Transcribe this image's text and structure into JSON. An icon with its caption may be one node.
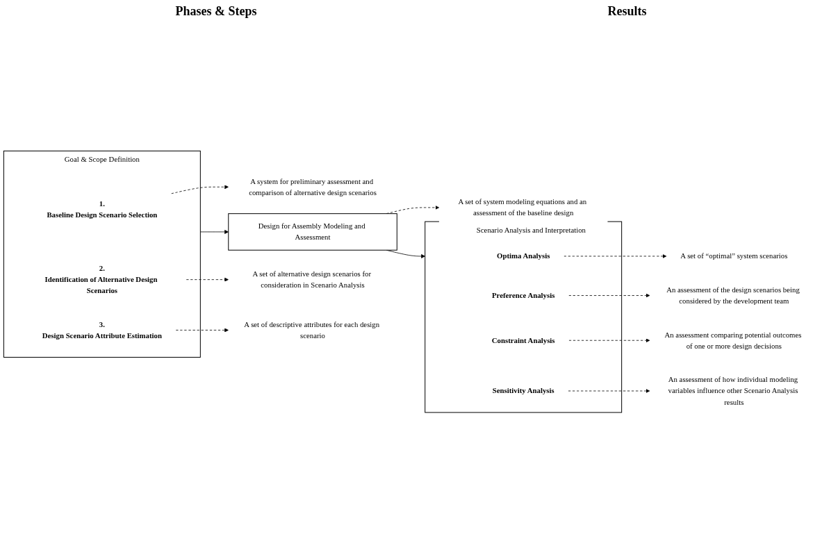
{
  "diagram": {
    "nodes": [
      {
        "text": [
          "Goal & Scope Definition"
        ]
      },
      {
        "text": [
          "1.",
          "Baseline Design Scenario Selection"
        ],
        "in": 0
      },
      {
        "text": [
          "2.",
          "Identification of Alternative Design Scenarios"
        ],
        "in": 0
      },
      {
        "text": [
          "3.",
          "Design Scenario Attribute Estimation"
        ],
        "in": 0
      },
      {
        "text": [
          "Design for Assembly Modeling and Assessment"
        ]
      },
      {
        "text": [
          "Scenario Analysis and Interpretation"
        ]
      },
      {
        "text": [
          "Optima Analysis"
        ],
        "in": 5
      },
      {
        "text": [
          "Preference Analysis"
        ],
        "in": 5
      },
      {
        "text": [
          "Constraint Analysis"
        ],
        "in": 5
      },
      {
        "text": [
          "Sensitivity Analysis"
        ],
        "in": 5
      },
      {
        "text": [
          "A system for preliminary assessment and comparison of alternative design scenarios"
        ]
      },
      {
        "text": [
          "A set of alternative design scenarios for consideration in Scenario Analysis"
        ]
      },
      {
        "text": [
          "A set of descriptive attributes for each design scenario"
        ]
      },
      {
        "text": [
          "A set of system modeling equations and an assessment of the baseline design"
        ]
      },
      {
        "text": [
          "A set of “optimal” system scenarios"
        ]
      },
      {
        "text": [
          "An assessment of the design scenarios being considered by the development team"
        ]
      },
      {
        "text": [
          "An assessment comparing potential outcomes of one or more design decisions"
        ]
      },
      {
        "text": [
          "An assessment of how individual modeling variables influence other Scenario Analysis results"
        ]
      }
    ],
    "edges": [
      {
        "from": 0,
        "to": 4,
        "arrow": "to"
      },
      {
        "from": 4,
        "to": 5,
        "arrow": "to"
      },
      {
        "from": 1,
        "to": 10,
        "arrow": "to",
        "style": "dashed"
      },
      {
        "from": 2,
        "to": 11,
        "arrow": "to",
        "style": "dashed"
      },
      {
        "from": 3,
        "to": 12,
        "arrow": "to",
        "style": "dashed"
      },
      {
        "from": 4,
        "to": 13,
        "arrow": "to",
        "style": "dashed"
      },
      {
        "from": 6,
        "to": 14,
        "arrow": "to",
        "style": "dashed"
      },
      {
        "from": 7,
        "to": 15,
        "arrow": "to",
        "style": "dashed"
      },
      {
        "from": 8,
        "to": 16,
        "arrow": "to",
        "style": "dashed"
      },
      {
        "from": 9,
        "to": 17,
        "arrow": "to",
        "style": "dashed"
      }
    ],
    "labels": [
      "Phases & Steps",
      "Results"
    ]
  }
}
